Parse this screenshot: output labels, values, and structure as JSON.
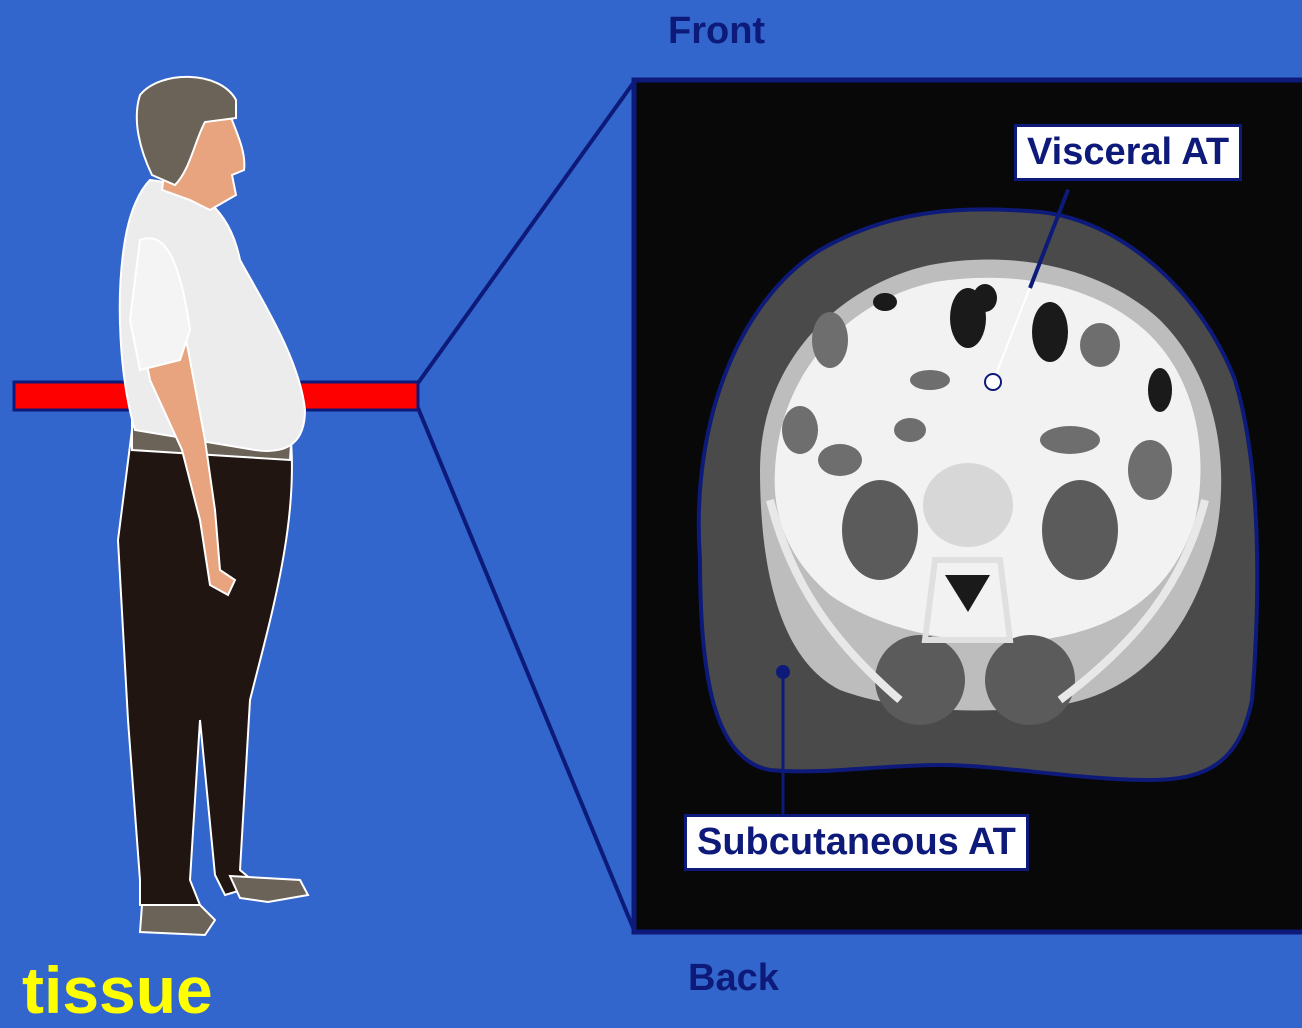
{
  "labels": {
    "front": "Front",
    "back": "Back",
    "visceral": "Visceral AT",
    "subcutaneous": "Subcutaneous AT",
    "caption": "tissue"
  },
  "colors": {
    "background": "#3366cc",
    "label_text": "#0d1a7a",
    "caption_text": "#ffff00",
    "slice_bar": "#ff0000",
    "callout_box": "#ffffff"
  }
}
